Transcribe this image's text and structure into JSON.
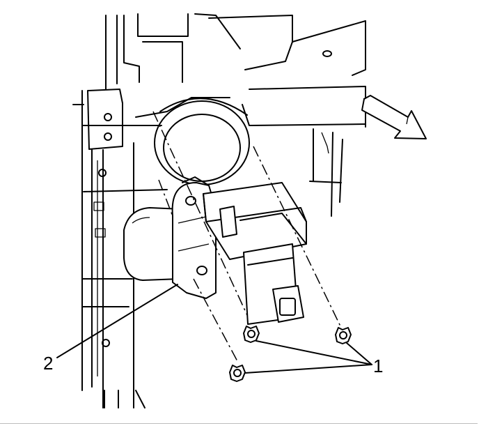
{
  "figure": {
    "callouts": [
      {
        "id": "fastener-callout",
        "label": "1"
      },
      {
        "id": "module-callout",
        "label": "2"
      }
    ],
    "colors": {
      "line": "#000000",
      "background": "#ffffff",
      "rule": "#bdbdbd"
    }
  }
}
